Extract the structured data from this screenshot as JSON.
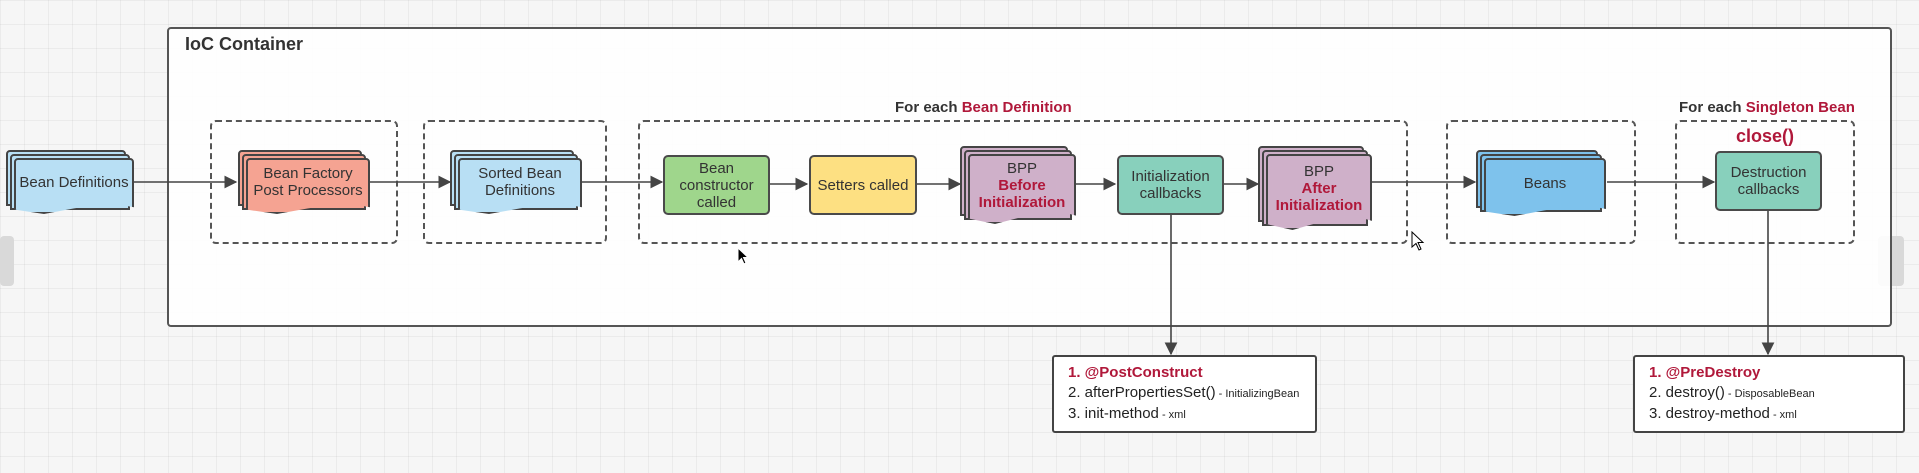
{
  "container": {
    "title": "IoC Container"
  },
  "groups": {
    "bean_definition": {
      "prefix": "For each ",
      "highlight": "Bean Definition"
    },
    "singleton_bean": {
      "prefix": "For each ",
      "highlight": "Singleton Bean",
      "action": "close()"
    }
  },
  "nodes": {
    "bean_definitions": "Bean Definitions",
    "bean_factory_post_processors": "Bean Factory Post Processors",
    "sorted_bean_definitions": "Sorted Bean Definitions",
    "bean_constructor": "Bean constructor called",
    "setters": "Setters called",
    "bpp_before": {
      "title": "BPP",
      "highlight": "Before Initialization"
    },
    "initialization_callbacks": "Initialization callbacks",
    "bpp_after": {
      "title": "BPP",
      "highlight": "After Initialization"
    },
    "beans": "Beans",
    "destruction_callbacks": "Destruction callbacks"
  },
  "init_note": {
    "line1": "1. @PostConstruct",
    "line2_main": "2. afterPropertiesSet()",
    "line2_small": " - InitializingBean",
    "line3_main": "3. init-method",
    "line3_small": " - xml"
  },
  "destroy_note": {
    "line1": "1. @PreDestroy",
    "line2_main": "2. destroy()",
    "line2_small": " - DisposableBean",
    "line3_main": "3. destroy-method",
    "line3_small": " - xml"
  },
  "colors": {
    "highlight": "#b0183a",
    "green": "#9fd68c",
    "yellow": "#fde082",
    "teal": "#88d0bc",
    "blue": "#b8dff4",
    "salmon": "#f5a392",
    "purple": "#cfb0c9",
    "sky": "#7ec2ec"
  }
}
